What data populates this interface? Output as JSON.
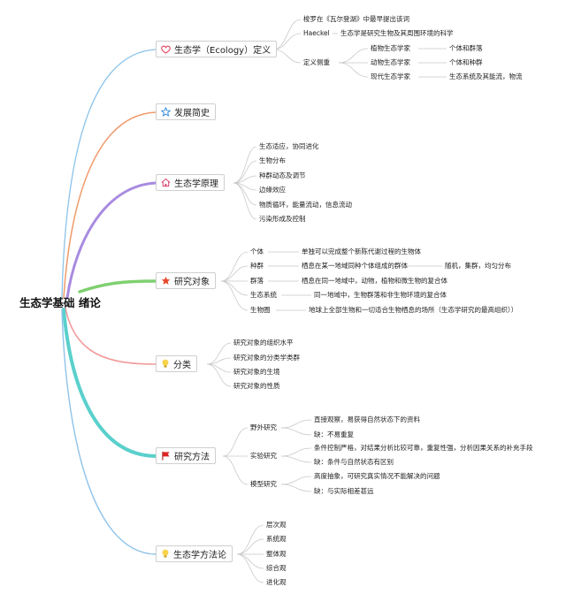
{
  "root": "生态学基础 绪论",
  "colors": {
    "branch1": "#8cc4ea",
    "branch2": "#f09a6a",
    "branch3": "#a98be0",
    "branch4": "#7fd070",
    "branch5": "#f19a9a",
    "branch6": "#5ad0cc",
    "branch7": "#8ec3ea",
    "leaf": "#c9c9c9"
  },
  "topics": [
    {
      "label": "生态学（Ecology）定义",
      "icon": "heart-icon"
    },
    {
      "label": "发展简史",
      "icon": "star-outline-icon"
    },
    {
      "label": "生态学原理",
      "icon": "home-icon"
    },
    {
      "label": "研究对象",
      "icon": "star-solid-icon"
    },
    {
      "label": "分类",
      "icon": "lightbulb-icon"
    },
    {
      "label": "研究方法",
      "icon": "flag-icon"
    },
    {
      "label": "生态学方法论",
      "icon": "lightbulb-icon"
    }
  ],
  "definition": {
    "items": [
      "梭罗在《瓦尔登湖》中最早提出该词",
      "Haeckel",
      "定义侧重"
    ],
    "haeckel_detail": "生态学是研究生物及其周围环境的科学",
    "focus": [
      {
        "label": "植物生态学家",
        "detail": "个体和群落"
      },
      {
        "label": "动物生态学家",
        "detail": "个体和种群"
      },
      {
        "label": "现代生态学家",
        "detail": "生态系统及其能流，物流"
      }
    ]
  },
  "principles": [
    "生态适应，协同进化",
    "生物分布",
    "种群动态及调节",
    "边缘效应",
    "物质循环，能量流动，信息流动",
    "污染形成及控制"
  ],
  "objects": [
    {
      "label": "个体",
      "detail": "单独可以完成整个新陈代谢过程的生物体"
    },
    {
      "label": "种群",
      "detail": "栖息在某一地域同种个体组成的群体",
      "extra": "随机，集群，均匀分布"
    },
    {
      "label": "群落",
      "detail": "栖息在同一地域中，动物，植物和微生物的复合体"
    },
    {
      "label": "生态系统",
      "detail": "同一地域中，生物群落和非生物环境的复合体"
    },
    {
      "label": "生物圈",
      "detail": "地球上全部生物和一切适合生物栖息的场所（生态学研究的最高组织））"
    }
  ],
  "classification": [
    "研究对象的组织水平",
    "研究对象的分类学类群",
    "研究对象的生境",
    "研究对象的性质"
  ],
  "methods": [
    {
      "label": "野外研究",
      "details": [
        "直接观察，易获得自然状态下的资料",
        "缺：不易重复"
      ]
    },
    {
      "label": "实验研究",
      "details": [
        "条件控制严格，对结果分析比较可靠，重复性强，分析因果关系的补充手段",
        "缺：条件与自然状态有区别"
      ]
    },
    {
      "label": "模型研究",
      "details": [
        "高度抽象，可研究真实情况不能解决的问题",
        "缺：与实际相差甚远"
      ]
    }
  ],
  "methodology": [
    "层次观",
    "系统观",
    "整体观",
    "综合观",
    "进化观"
  ]
}
